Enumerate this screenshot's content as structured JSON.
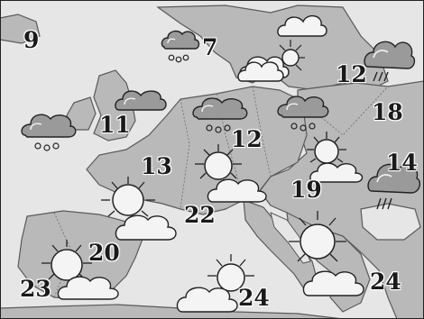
{
  "map": {
    "colors": {
      "sea": "#e6e6e6",
      "land": "#b9b9b9",
      "border": "#5a5a5a",
      "cloud_light": "#f4f4f4",
      "cloud_dark": "#9a9a9a",
      "outline": "#222222"
    },
    "temperatures": [
      {
        "id": "atlantic-north",
        "value": "9"
      },
      {
        "id": "scandinavia",
        "value": "7"
      },
      {
        "id": "baltic",
        "value": "12"
      },
      {
        "id": "russia",
        "value": "18"
      },
      {
        "id": "ireland",
        "value": "11"
      },
      {
        "id": "central-europe",
        "value": "12"
      },
      {
        "id": "france-north",
        "value": "13"
      },
      {
        "id": "ukraine",
        "value": "14"
      },
      {
        "id": "balkans",
        "value": "19"
      },
      {
        "id": "alps",
        "value": "22"
      },
      {
        "id": "spain-north",
        "value": "20"
      },
      {
        "id": "portugal",
        "value": "23"
      },
      {
        "id": "mediterranean",
        "value": "24"
      },
      {
        "id": "greece",
        "value": "24"
      }
    ],
    "weather_icons": [
      {
        "id": "scandinavia",
        "condition": "rain-cloud-icon"
      },
      {
        "id": "baltic-cloud",
        "condition": "cloud-icon"
      },
      {
        "id": "finland",
        "condition": "sun-cloud-icon"
      },
      {
        "id": "scandinavia-south",
        "condition": "cloud-icon"
      },
      {
        "id": "russia",
        "condition": "storm-cloud-icon"
      },
      {
        "id": "atlantic",
        "condition": "rain-cloud-icon"
      },
      {
        "id": "ireland",
        "condition": "cloud-icon"
      },
      {
        "id": "central-europe",
        "condition": "rain-cloud-icon"
      },
      {
        "id": "poland",
        "condition": "rain-cloud-icon"
      },
      {
        "id": "ukraine",
        "condition": "storm-cloud-icon"
      },
      {
        "id": "balkans",
        "condition": "sun-cloud-icon"
      },
      {
        "id": "alps",
        "condition": "sun-cloud-icon"
      },
      {
        "id": "france-south",
        "condition": "sun-cloud-icon"
      },
      {
        "id": "spain",
        "condition": "sun-cloud-icon"
      },
      {
        "id": "italy-south",
        "condition": "sun-cloud-icon"
      },
      {
        "id": "greece",
        "condition": "sun-cloud-icon"
      }
    ]
  }
}
